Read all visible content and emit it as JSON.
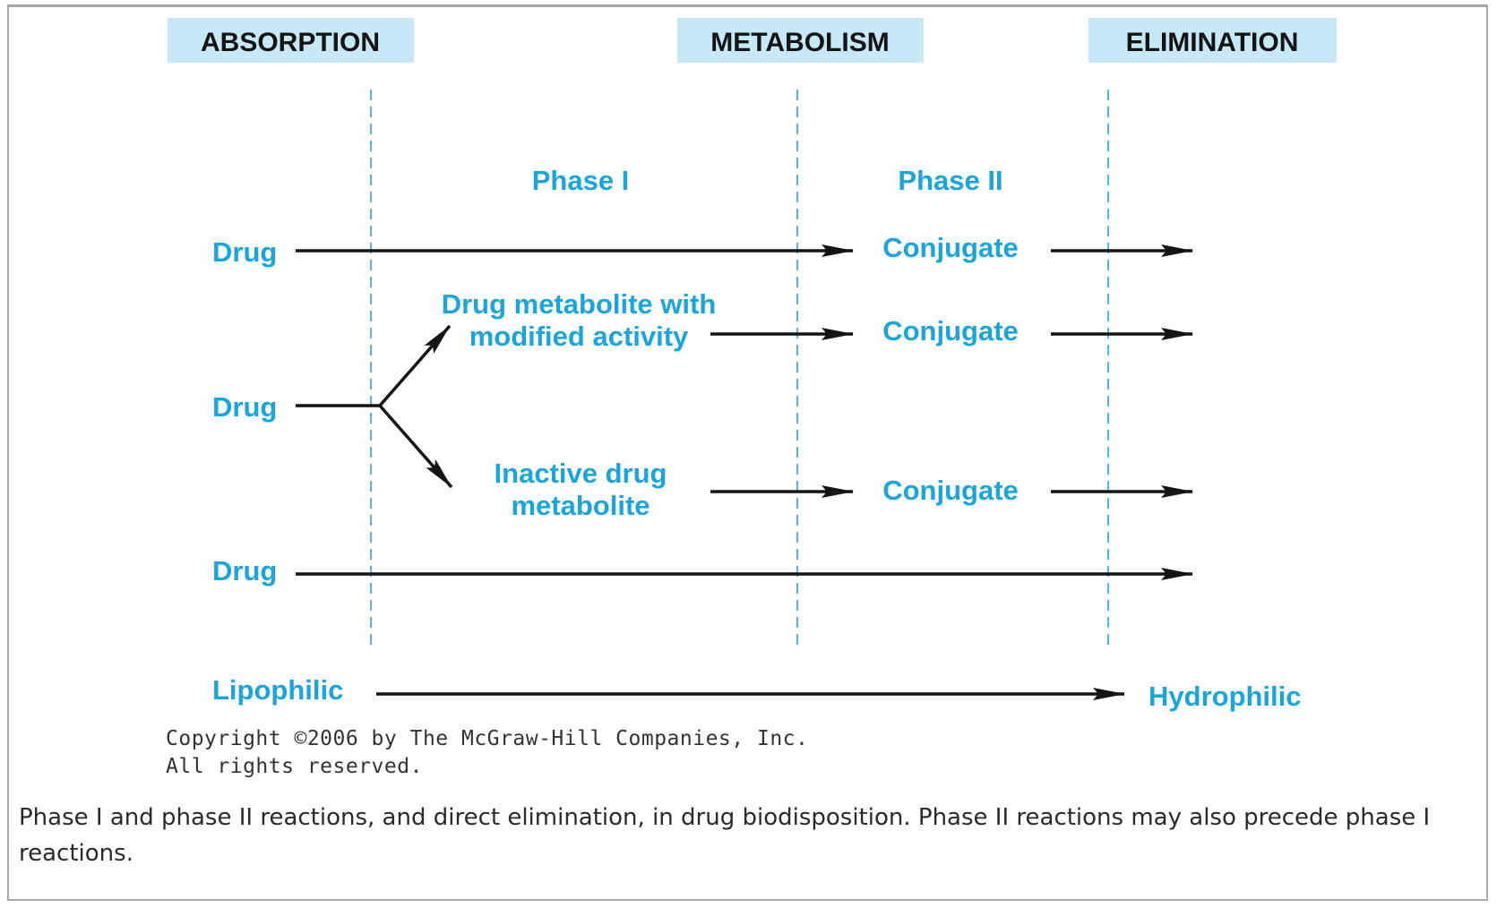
{
  "headers": {
    "absorption": "ABSORPTION",
    "metabolism": "METABOLISM",
    "elimination": "ELIMINATION"
  },
  "phases": {
    "phase1": "Phase I",
    "phase2": "Phase II"
  },
  "rows": {
    "drug1": "Drug",
    "conjugate1": "Conjugate",
    "metabolite_line1": "Drug metabolite with",
    "metabolite_line2": "modified activity",
    "conjugate2": "Conjugate",
    "drug2": "Drug",
    "inactive_line1": "Inactive drug",
    "inactive_line2": "metabolite",
    "conjugate3": "Conjugate",
    "drug3": "Drug"
  },
  "gradient": {
    "start": "Lipophilic",
    "end": "Hydrophilic"
  },
  "copyright": {
    "line1": "Copyright ©2006 by The McGraw-Hill Companies, Inc.",
    "line2": "All rights reserved."
  },
  "caption": "Phase I and phase II reactions, and direct elimination, in drug biodisposition. Phase II reactions may also precede phase I reactions.",
  "colors": {
    "header_bg": "#c6e8f7",
    "label_blue": "#1aa6dc",
    "dashed_line": "#4fb8e4",
    "arrow": "#141414"
  }
}
